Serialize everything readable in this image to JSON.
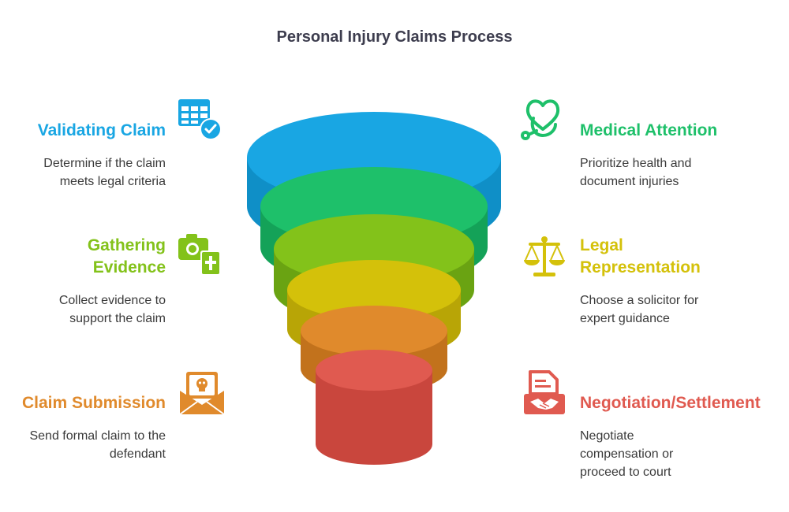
{
  "title": "Personal Injury Claims Process",
  "stages": [
    {
      "id": "validating",
      "title": "Validating Claim",
      "description": "Determine if the claim\nmeets legal criteria",
      "color": "#19a6e3",
      "icon": "spreadsheet-check-icon"
    },
    {
      "id": "medical",
      "title": "Medical Attention",
      "description": "Prioritize health and\ndocument injuries",
      "color": "#1ec06a",
      "icon": "heart-stethoscope-icon"
    },
    {
      "id": "evidence",
      "title": "Gathering\nEvidence",
      "description": "Collect evidence to\nsupport the claim",
      "color": "#83c21a",
      "icon": "camera-document-icon"
    },
    {
      "id": "legal",
      "title": "Legal\nRepresentation",
      "description": "Choose a solicitor for\nexpert guidance",
      "color": "#d4c10a",
      "icon": "scales-icon"
    },
    {
      "id": "submission",
      "title": "Claim Submission",
      "description": "Send formal claim to the\ndefendant",
      "color": "#e08a2c",
      "icon": "envelope-letter-icon"
    },
    {
      "id": "negotiation",
      "title": "Negotiation/Settlement",
      "description": "Negotiate\ncompensation or\nproceed to court",
      "color": "#e05a50",
      "icon": "handshake-document-icon"
    }
  ]
}
